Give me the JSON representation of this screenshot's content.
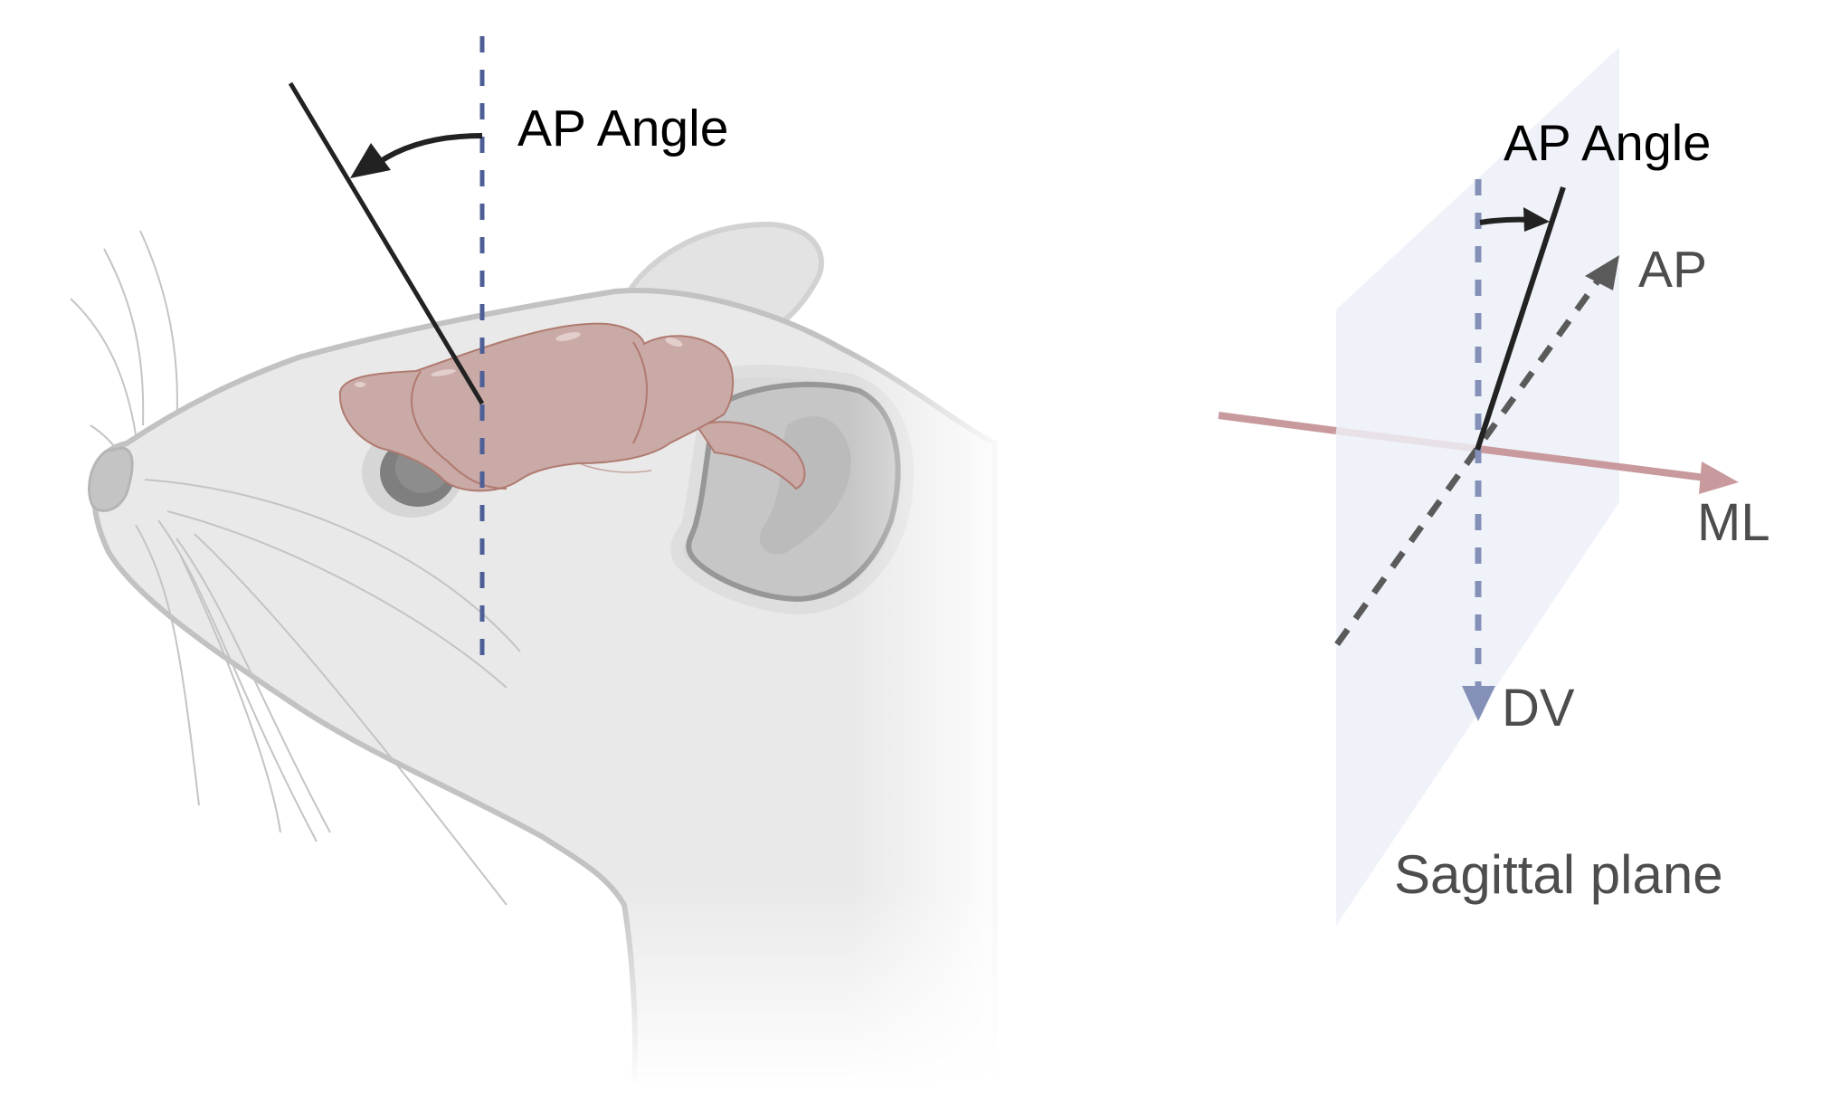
{
  "figure": {
    "left_panel": {
      "title": "AP Angle",
      "subject": "mouse-head-with-brain",
      "colors": {
        "reference_line": "#4e5f97",
        "probe_line": "#222222",
        "brain_fill": "#c9aaa6",
        "brain_stroke": "#b07a70",
        "head_fill": "#e8e8e8",
        "head_stroke": "#bdbdbd"
      }
    },
    "right_panel": {
      "angle_label": "AP Angle",
      "axes": {
        "ap": "AP",
        "ml": "ML",
        "dv": "DV"
      },
      "plane_label": "Sagittal plane",
      "colors": {
        "plane_fill": "#eff3f9",
        "dv_axis": "#8490b8",
        "ml_axis": "#c99a9d",
        "ap_axis": "#5a5a5a",
        "probe_line": "#222222"
      }
    }
  }
}
